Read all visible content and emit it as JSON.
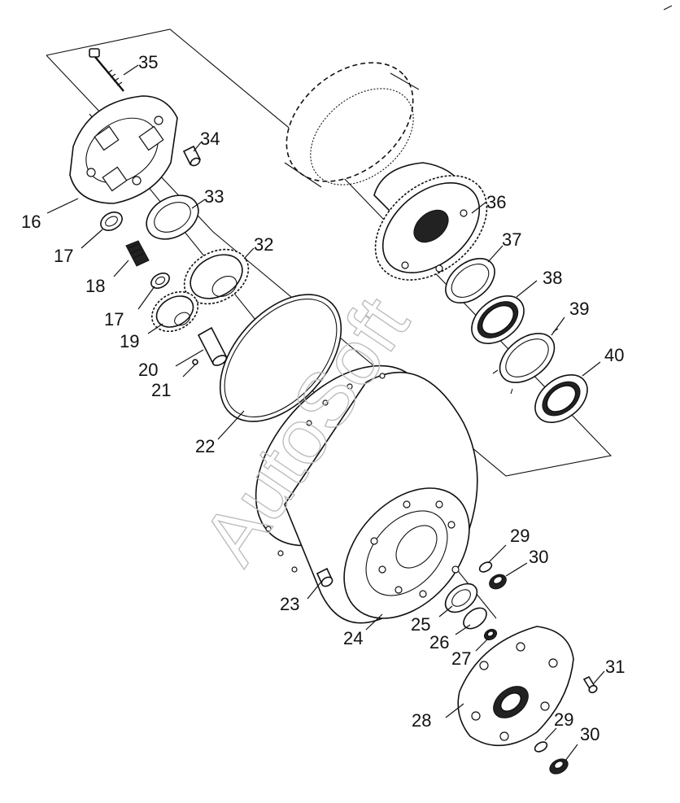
{
  "watermark": "AutoSoft",
  "callouts": [
    {
      "id": "c35",
      "text": "35"
    },
    {
      "id": "c34",
      "text": "34"
    },
    {
      "id": "c33",
      "text": "33"
    },
    {
      "id": "c32",
      "text": "32"
    },
    {
      "id": "c16",
      "text": "16"
    },
    {
      "id": "c17a",
      "text": "17"
    },
    {
      "id": "c18",
      "text": "18"
    },
    {
      "id": "c17b",
      "text": "17"
    },
    {
      "id": "c19",
      "text": "19"
    },
    {
      "id": "c20",
      "text": "20"
    },
    {
      "id": "c21",
      "text": "21"
    },
    {
      "id": "c22",
      "text": "22"
    },
    {
      "id": "c36",
      "text": "36"
    },
    {
      "id": "c37",
      "text": "37"
    },
    {
      "id": "c38",
      "text": "38"
    },
    {
      "id": "c39",
      "text": "39"
    },
    {
      "id": "c40",
      "text": "40"
    },
    {
      "id": "c29a",
      "text": "29"
    },
    {
      "id": "c30a",
      "text": "30"
    },
    {
      "id": "c23",
      "text": "23"
    },
    {
      "id": "c24",
      "text": "24"
    },
    {
      "id": "c25",
      "text": "25"
    },
    {
      "id": "c26",
      "text": "26"
    },
    {
      "id": "c27",
      "text": "27"
    },
    {
      "id": "c31",
      "text": "31"
    },
    {
      "id": "c28",
      "text": "28"
    },
    {
      "id": "c29b",
      "text": "29"
    },
    {
      "id": "c30b",
      "text": "30"
    }
  ]
}
